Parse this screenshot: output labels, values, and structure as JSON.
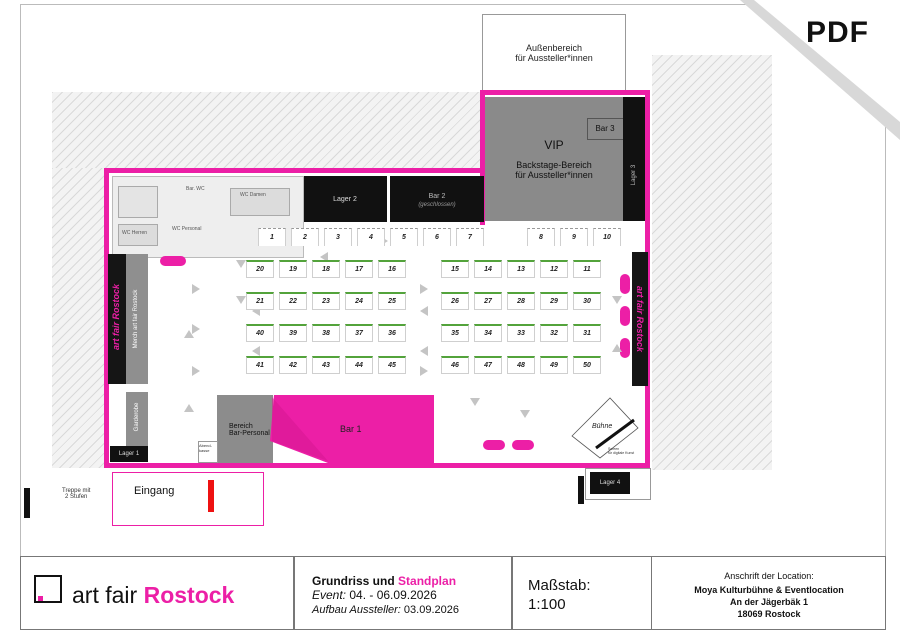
{
  "badge": {
    "label": "PDF"
  },
  "areas": {
    "aussen": "Außenbereich\nfür Aussteller*innen",
    "vip": "VIP",
    "backstage": "Backstage-Bereich\nfür Aussteller*innen",
    "bar3": "Bar 3",
    "lager3": "Lager 3",
    "lager2": "Lager 2",
    "bar2": "Bar 2",
    "bar2_sub": "(geschlossen)",
    "merch": "Merch art fair Rostock",
    "garderobe": "Garderobe",
    "lager1": "Lager 1",
    "bereich_bar": "Bereich\nBar-Personal",
    "abendkasse": "Abend-\nkasse",
    "bar1": "Bar 1",
    "buehne": "Bühne",
    "screen": "Screen\nfür digitale Kunst",
    "lager4": "Lager 4",
    "eingang": "Eingang",
    "treppe": "Treppe mit\n2 Stufen",
    "banner": "art fair Rostock",
    "wc_damen": "WC Damen",
    "wc_herren": "WC Herren",
    "wc_personal": "WC Personal",
    "bar_wc": "Bar. WC"
  },
  "stands": {
    "top_left": [
      "1",
      "2",
      "3",
      "4",
      "5",
      "6",
      "7"
    ],
    "top_right": [
      "8",
      "9",
      "10"
    ],
    "row1_left": [
      "20",
      "19",
      "18",
      "17",
      "16"
    ],
    "row1_right": [
      "15",
      "14",
      "13",
      "12",
      "11"
    ],
    "row2_left": [
      "21",
      "22",
      "23",
      "24",
      "25"
    ],
    "row2_right": [
      "26",
      "27",
      "28",
      "29",
      "30"
    ],
    "row3_left": [
      "40",
      "39",
      "38",
      "37",
      "36"
    ],
    "row3_right": [
      "35",
      "34",
      "33",
      "32",
      "31"
    ],
    "row4_left": [
      "41",
      "42",
      "43",
      "44",
      "45"
    ],
    "row4_right": [
      "46",
      "47",
      "48",
      "49",
      "50"
    ]
  },
  "footer": {
    "logo_text": "art fair ",
    "logo_accent": "Rostock",
    "plan_title": "Grundriss und ",
    "plan_title_accent": "Standplan",
    "event_label": "Event:",
    "event_dates": " 04. - 06.09.2026",
    "aufbau_label": "Aufbau Aussteller:",
    "aufbau_date": " 03.09.2026",
    "scale_label": "Maßstab:",
    "scale_value": "1:100",
    "location_heading": "Anschrift der Location:",
    "location_name": "Moya Kulturbühne & Eventlocation",
    "location_street": "An der Jägerbäk 1",
    "location_city": "18069 Rostock"
  },
  "colors": {
    "accent": "#ec1fa6",
    "stand_border": "#53a33b",
    "room_gray": "#8f8f8f",
    "storage": "#111111"
  }
}
